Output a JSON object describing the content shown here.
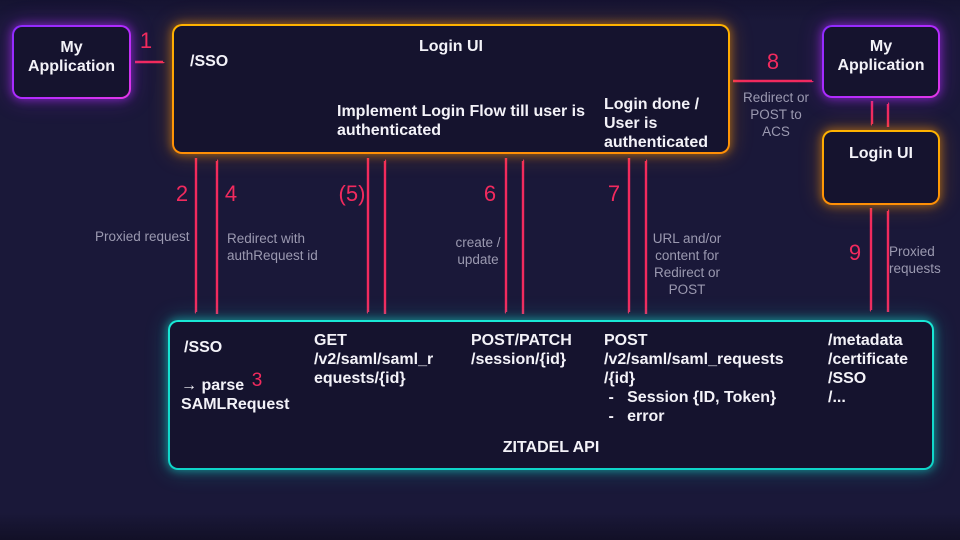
{
  "colors": {
    "background": "#1a1839",
    "box_fill": "#15132e",
    "accent_pink": "#f22a5e",
    "accent_purple": "#b32bff",
    "accent_orange": "#ff9406",
    "accent_cyan": "#14e0d0",
    "text_white": "#f3f2f8",
    "text_gray": "#9b99b0"
  },
  "boxes": {
    "app_left": {
      "title": "My\nApplication"
    },
    "login_main": {
      "title": "Login UI",
      "sso": "/SSO",
      "implement_note": "Implement Login Flow till user is\nauthenticated",
      "done_note": "Login done /\nUser is\nauthenticated"
    },
    "app_right": {
      "title": "My\nApplication"
    },
    "login_right": {
      "title": "Login UI"
    },
    "zitadel": {
      "title": "ZITADEL API",
      "sso": "/SSO",
      "parse_note": "→ parse\nSAMLRequest",
      "get_endpoint": "GET\n/v2/saml/saml_r\nequests/{id}",
      "session_endpoint": "POST/PATCH\n/session/{id}",
      "post_endpoint": "POST\n/v2/saml/saml_requests\n/{id}",
      "post_bullets": " -   Session {ID, Token}\n -   error",
      "static_endpoints": "/metadata\n/certificate\n/SSO\n/..."
    }
  },
  "steps": {
    "s1": {
      "num": "1"
    },
    "s2": {
      "num": "2",
      "label": "Proxied request"
    },
    "s3": {
      "num": "3"
    },
    "s4": {
      "num": "4",
      "label": "Redirect with\nauthRequest id"
    },
    "s5": {
      "num": "(5)"
    },
    "s6": {
      "num": "6",
      "label": "create /\nupdate"
    },
    "s7": {
      "num": "7",
      "label": "URL and/or\ncontent for\nRedirect or\nPOST"
    },
    "s8": {
      "num": "8",
      "label": "Redirect or\nPOST to ACS"
    },
    "s9": {
      "num": "9",
      "label": "Proxied\nrequests"
    }
  }
}
